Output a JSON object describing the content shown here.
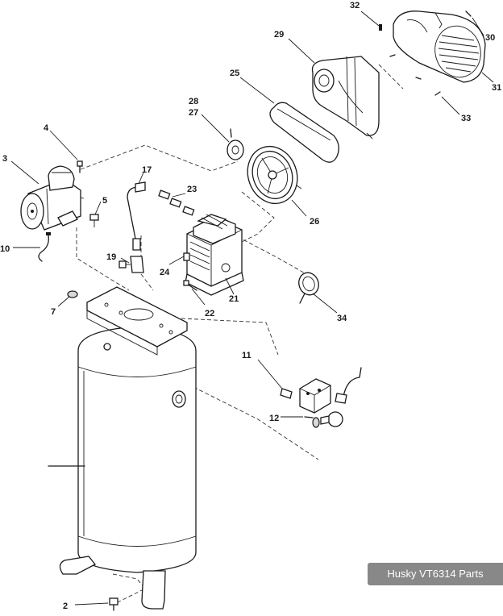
{
  "labels": {
    "p2": "2",
    "p3": "3",
    "p4": "4",
    "p5": "5",
    "p7": "7",
    "p10": "10",
    "p11": "11",
    "p12": "12",
    "p17": "17",
    "p19": "19",
    "p21": "21",
    "p22": "22",
    "p23": "23",
    "p24": "24",
    "p25": "25",
    "p26": "26",
    "p27": "27",
    "p28": "28",
    "p29": "29",
    "p30": "30",
    "p31": "31",
    "p32": "32",
    "p33": "33",
    "p34": "34"
  },
  "watermark": "Husky VT6314 Parts"
}
